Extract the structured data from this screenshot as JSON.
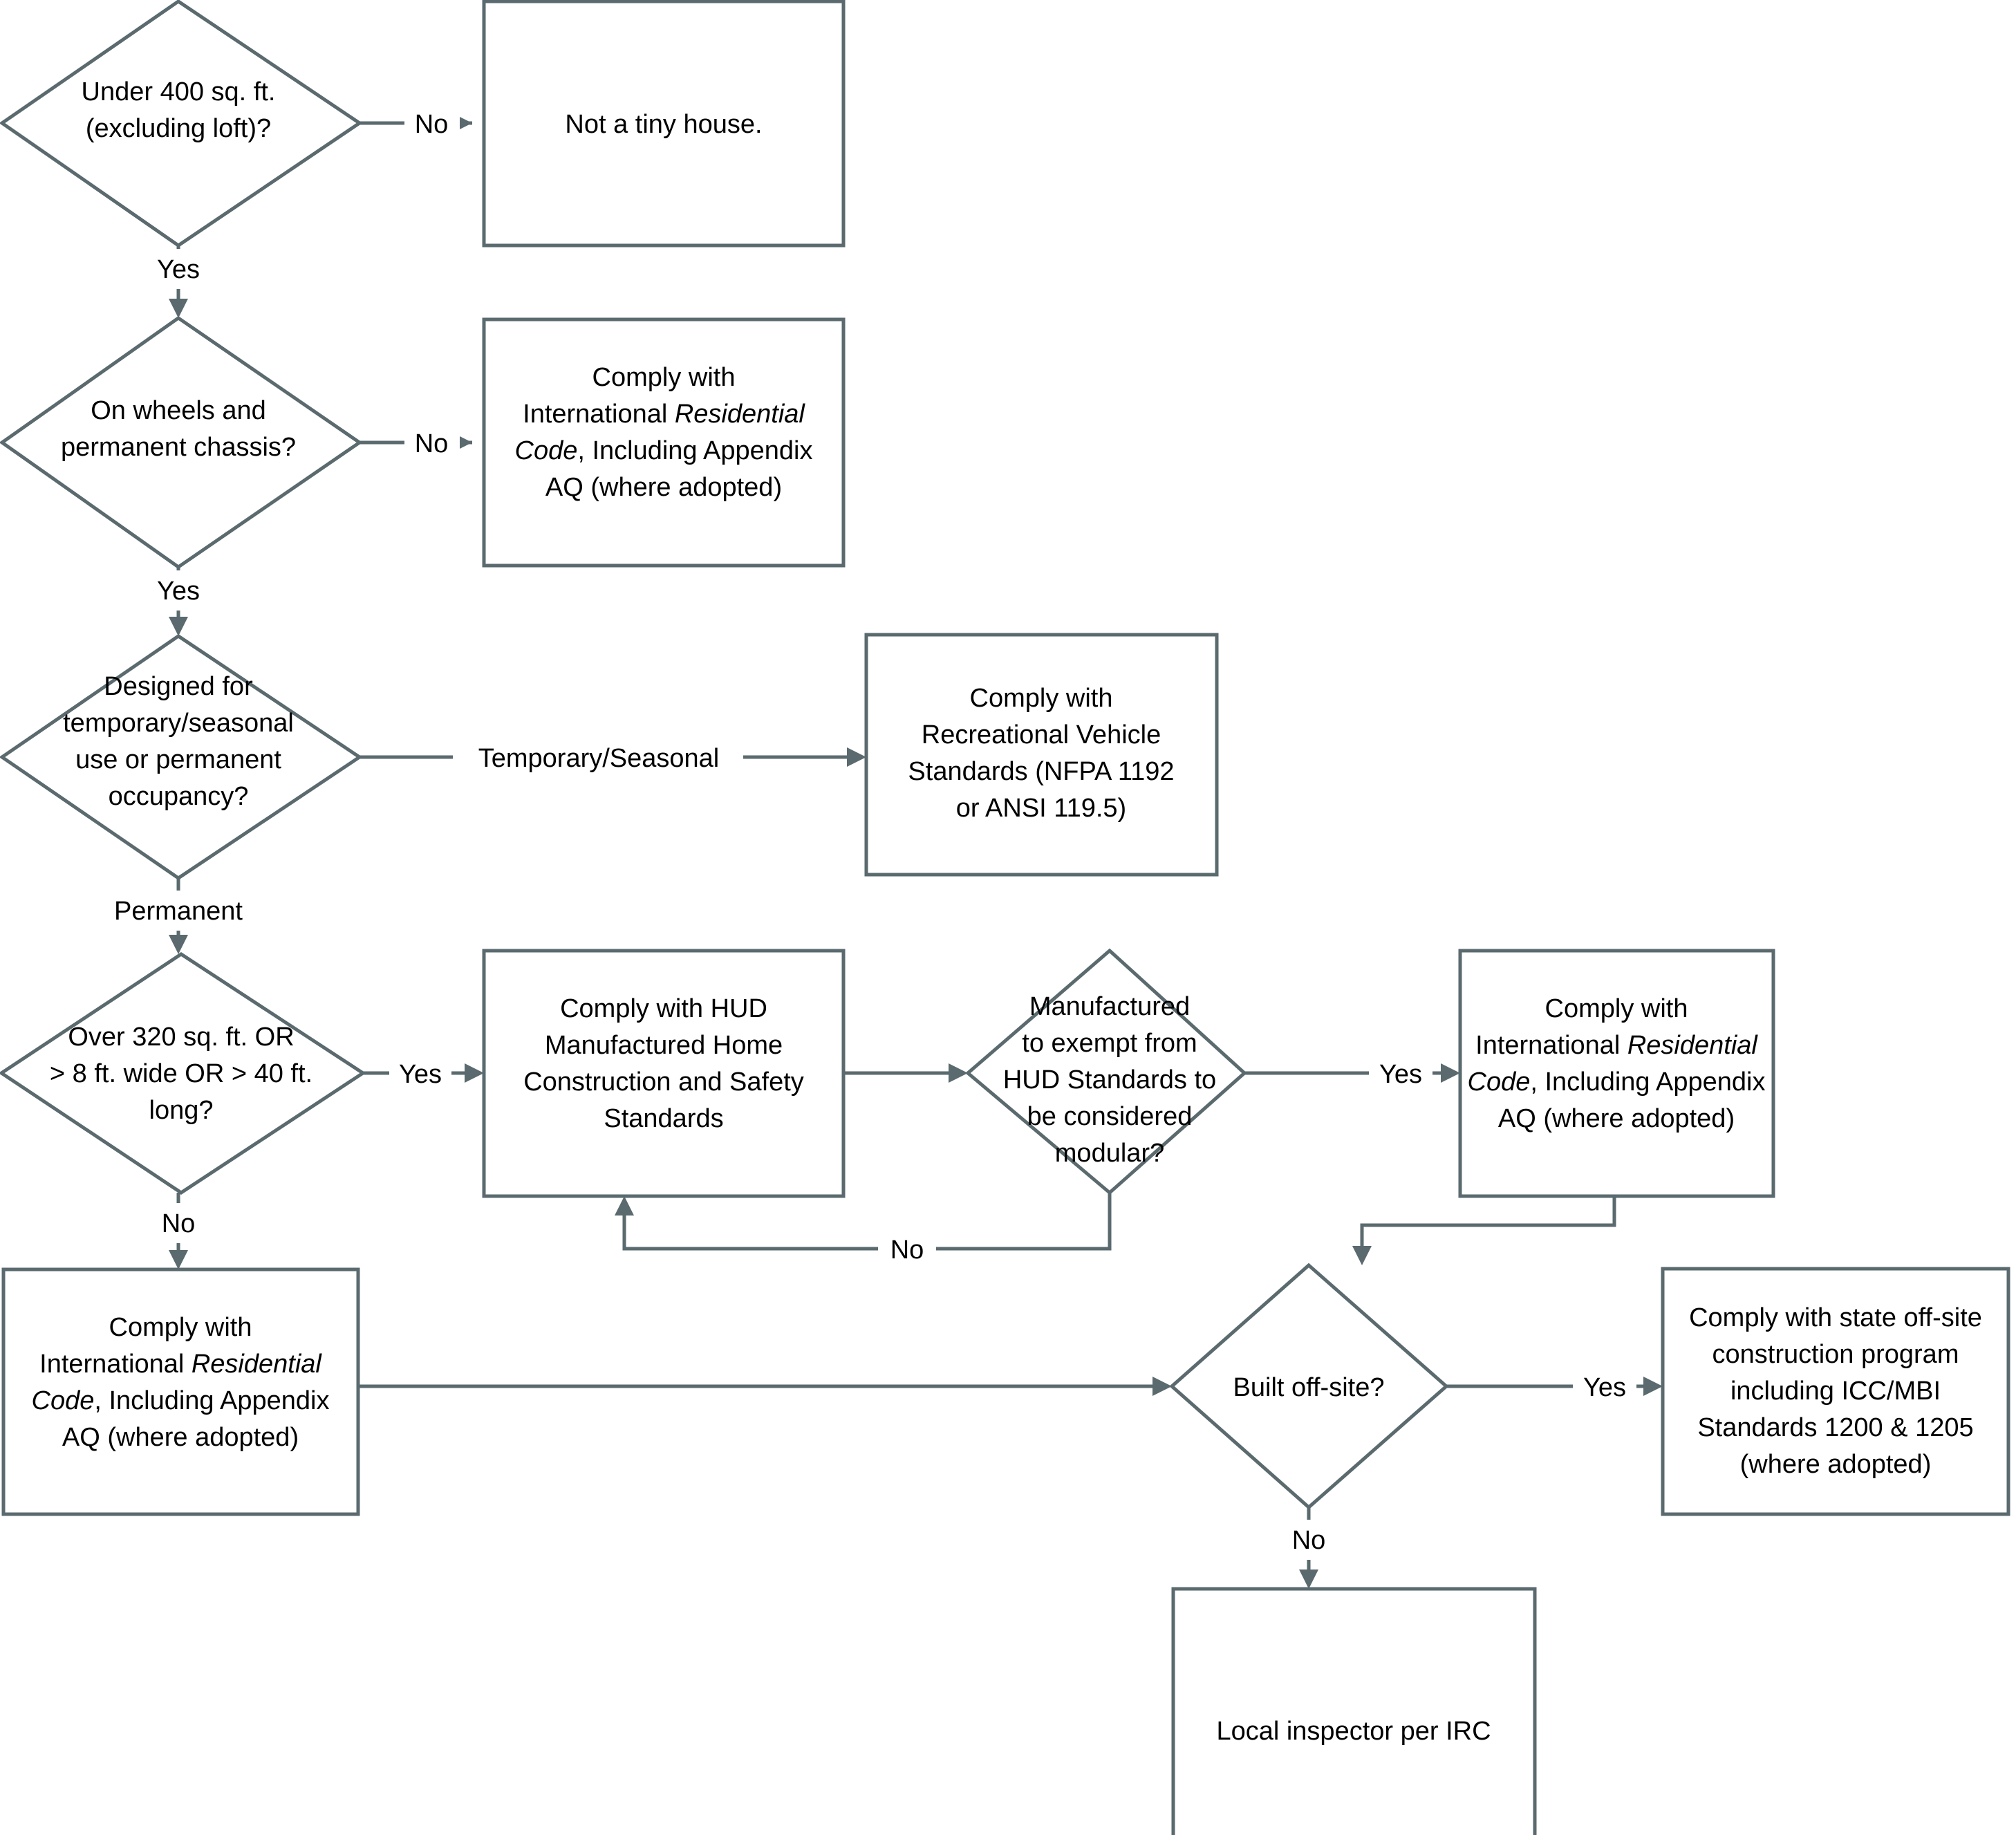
{
  "diagram": {
    "type": "flowchart",
    "title": "Tiny house regulatory pathway decision flowchart",
    "colors": {
      "stroke": "#5a6a6e",
      "fill": "#ffffff",
      "text": "#000000",
      "background": "#ffffff"
    },
    "nodes": [
      {
        "id": "q-under-400",
        "shape": "diamond",
        "lines": [
          "Under 400 sq. ft.",
          "(excluding loft)?"
        ]
      },
      {
        "id": "r-not-tiny",
        "shape": "rect",
        "lines": [
          "Not a tiny house."
        ]
      },
      {
        "id": "q-wheels",
        "shape": "diamond",
        "lines": [
          "On wheels and",
          "permanent chassis?"
        ]
      },
      {
        "id": "r-irc-top",
        "shape": "rect",
        "lines": [
          "Comply with",
          "International Residential",
          "Code, Including Appendix",
          "AQ (where adopted)"
        ],
        "italic_words": [
          "Residential",
          "Code"
        ]
      },
      {
        "id": "q-occupancy",
        "shape": "diamond",
        "lines": [
          "Designed for",
          "temporary/seasonal",
          "use or permanent",
          "occupancy?"
        ]
      },
      {
        "id": "r-rv",
        "shape": "rect",
        "lines": [
          "Comply with",
          "Recreational Vehicle",
          "Standards (NFPA 1192",
          "or ANSI 119.5)"
        ]
      },
      {
        "id": "q-size",
        "shape": "diamond",
        "lines": [
          "Over 320 sq. ft. OR",
          "> 8 ft. wide OR > 40 ft.",
          "long?"
        ]
      },
      {
        "id": "r-hud",
        "shape": "rect",
        "lines": [
          "Comply with HUD",
          "Manufactured Home",
          "Construction and Safety",
          "Standards"
        ]
      },
      {
        "id": "q-modular",
        "shape": "diamond",
        "lines": [
          "Manufactured",
          "to exempt from",
          "HUD Standards to",
          "be considered",
          "modular?"
        ]
      },
      {
        "id": "r-irc-right",
        "shape": "rect",
        "lines": [
          "Comply with",
          "International Residential",
          "Code, Including Appendix",
          "AQ (where adopted)"
        ],
        "italic_words": [
          "Residential",
          "Code"
        ]
      },
      {
        "id": "r-irc-left",
        "shape": "rect",
        "lines": [
          "Comply with",
          "International Residential",
          "Code, Including Appendix",
          "AQ (where adopted)"
        ],
        "italic_words": [
          "Residential",
          "Code"
        ]
      },
      {
        "id": "q-offsite",
        "shape": "diamond",
        "lines": [
          "Built off-site?"
        ]
      },
      {
        "id": "r-state-offsite",
        "shape": "rect",
        "lines": [
          "Comply with state off-site",
          "construction program",
          "including ICC/MBI",
          "Standards 1200 & 1205",
          "(where adopted)"
        ]
      },
      {
        "id": "r-local-inspector",
        "shape": "rect",
        "lines": [
          "Local inspector per IRC"
        ]
      }
    ],
    "edges": [
      {
        "id": "e1",
        "from": "q-under-400",
        "to": "r-not-tiny",
        "label": "No"
      },
      {
        "id": "e2",
        "from": "q-under-400",
        "to": "q-wheels",
        "label": "Yes"
      },
      {
        "id": "e3",
        "from": "q-wheels",
        "to": "r-irc-top",
        "label": "No"
      },
      {
        "id": "e4",
        "from": "q-wheels",
        "to": "q-occupancy",
        "label": "Yes"
      },
      {
        "id": "e5",
        "from": "q-occupancy",
        "to": "r-rv",
        "label": "Temporary/Seasonal"
      },
      {
        "id": "e6",
        "from": "q-occupancy",
        "to": "q-size",
        "label": "Permanent"
      },
      {
        "id": "e7",
        "from": "q-size",
        "to": "r-hud",
        "label": "Yes"
      },
      {
        "id": "e8",
        "from": "q-size",
        "to": "r-irc-left",
        "label": "No"
      },
      {
        "id": "e9",
        "from": "r-hud",
        "to": "q-modular",
        "label": ""
      },
      {
        "id": "e10",
        "from": "q-modular",
        "to": "r-irc-right",
        "label": "Yes"
      },
      {
        "id": "e11",
        "from": "q-modular",
        "to": "r-hud",
        "label": "No"
      },
      {
        "id": "e12",
        "from": "r-irc-right",
        "to": "q-offsite",
        "label": ""
      },
      {
        "id": "e13",
        "from": "r-irc-left",
        "to": "q-offsite",
        "label": ""
      },
      {
        "id": "e14",
        "from": "q-offsite",
        "to": "r-state-offsite",
        "label": "Yes"
      },
      {
        "id": "e15",
        "from": "q-offsite",
        "to": "r-local-inspector",
        "label": "No"
      }
    ]
  }
}
